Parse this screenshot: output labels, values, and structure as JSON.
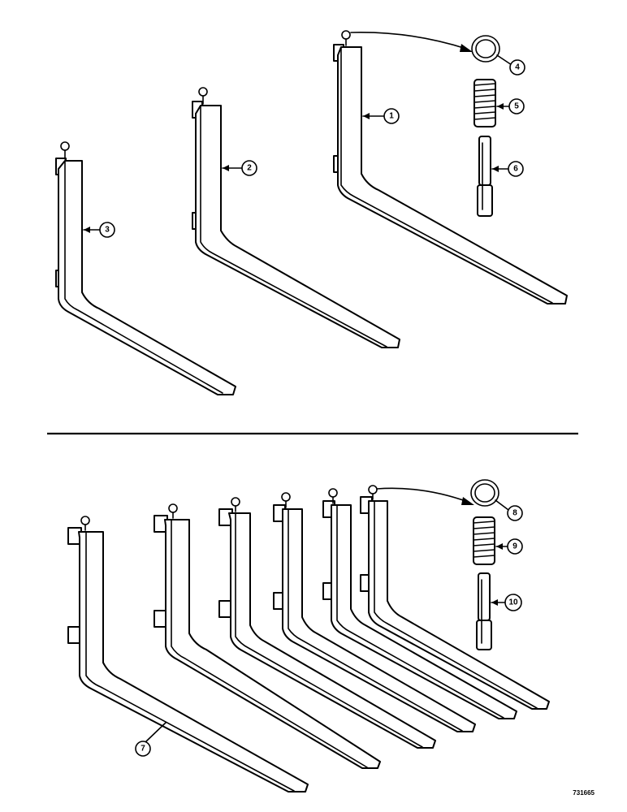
{
  "drawing_number": "731665",
  "callouts": [
    {
      "id": "callout-1",
      "label": "1"
    },
    {
      "id": "callout-2",
      "label": "2"
    },
    {
      "id": "callout-3",
      "label": "3"
    },
    {
      "id": "callout-4",
      "label": "4"
    },
    {
      "id": "callout-5",
      "label": "5"
    },
    {
      "id": "callout-6",
      "label": "6"
    },
    {
      "id": "callout-7",
      "label": "7"
    },
    {
      "id": "callout-8",
      "label": "8"
    },
    {
      "id": "callout-9",
      "label": "9"
    },
    {
      "id": "callout-10",
      "label": "10"
    }
  ],
  "colors": {
    "line": "#000000",
    "background": "#ffffff"
  }
}
